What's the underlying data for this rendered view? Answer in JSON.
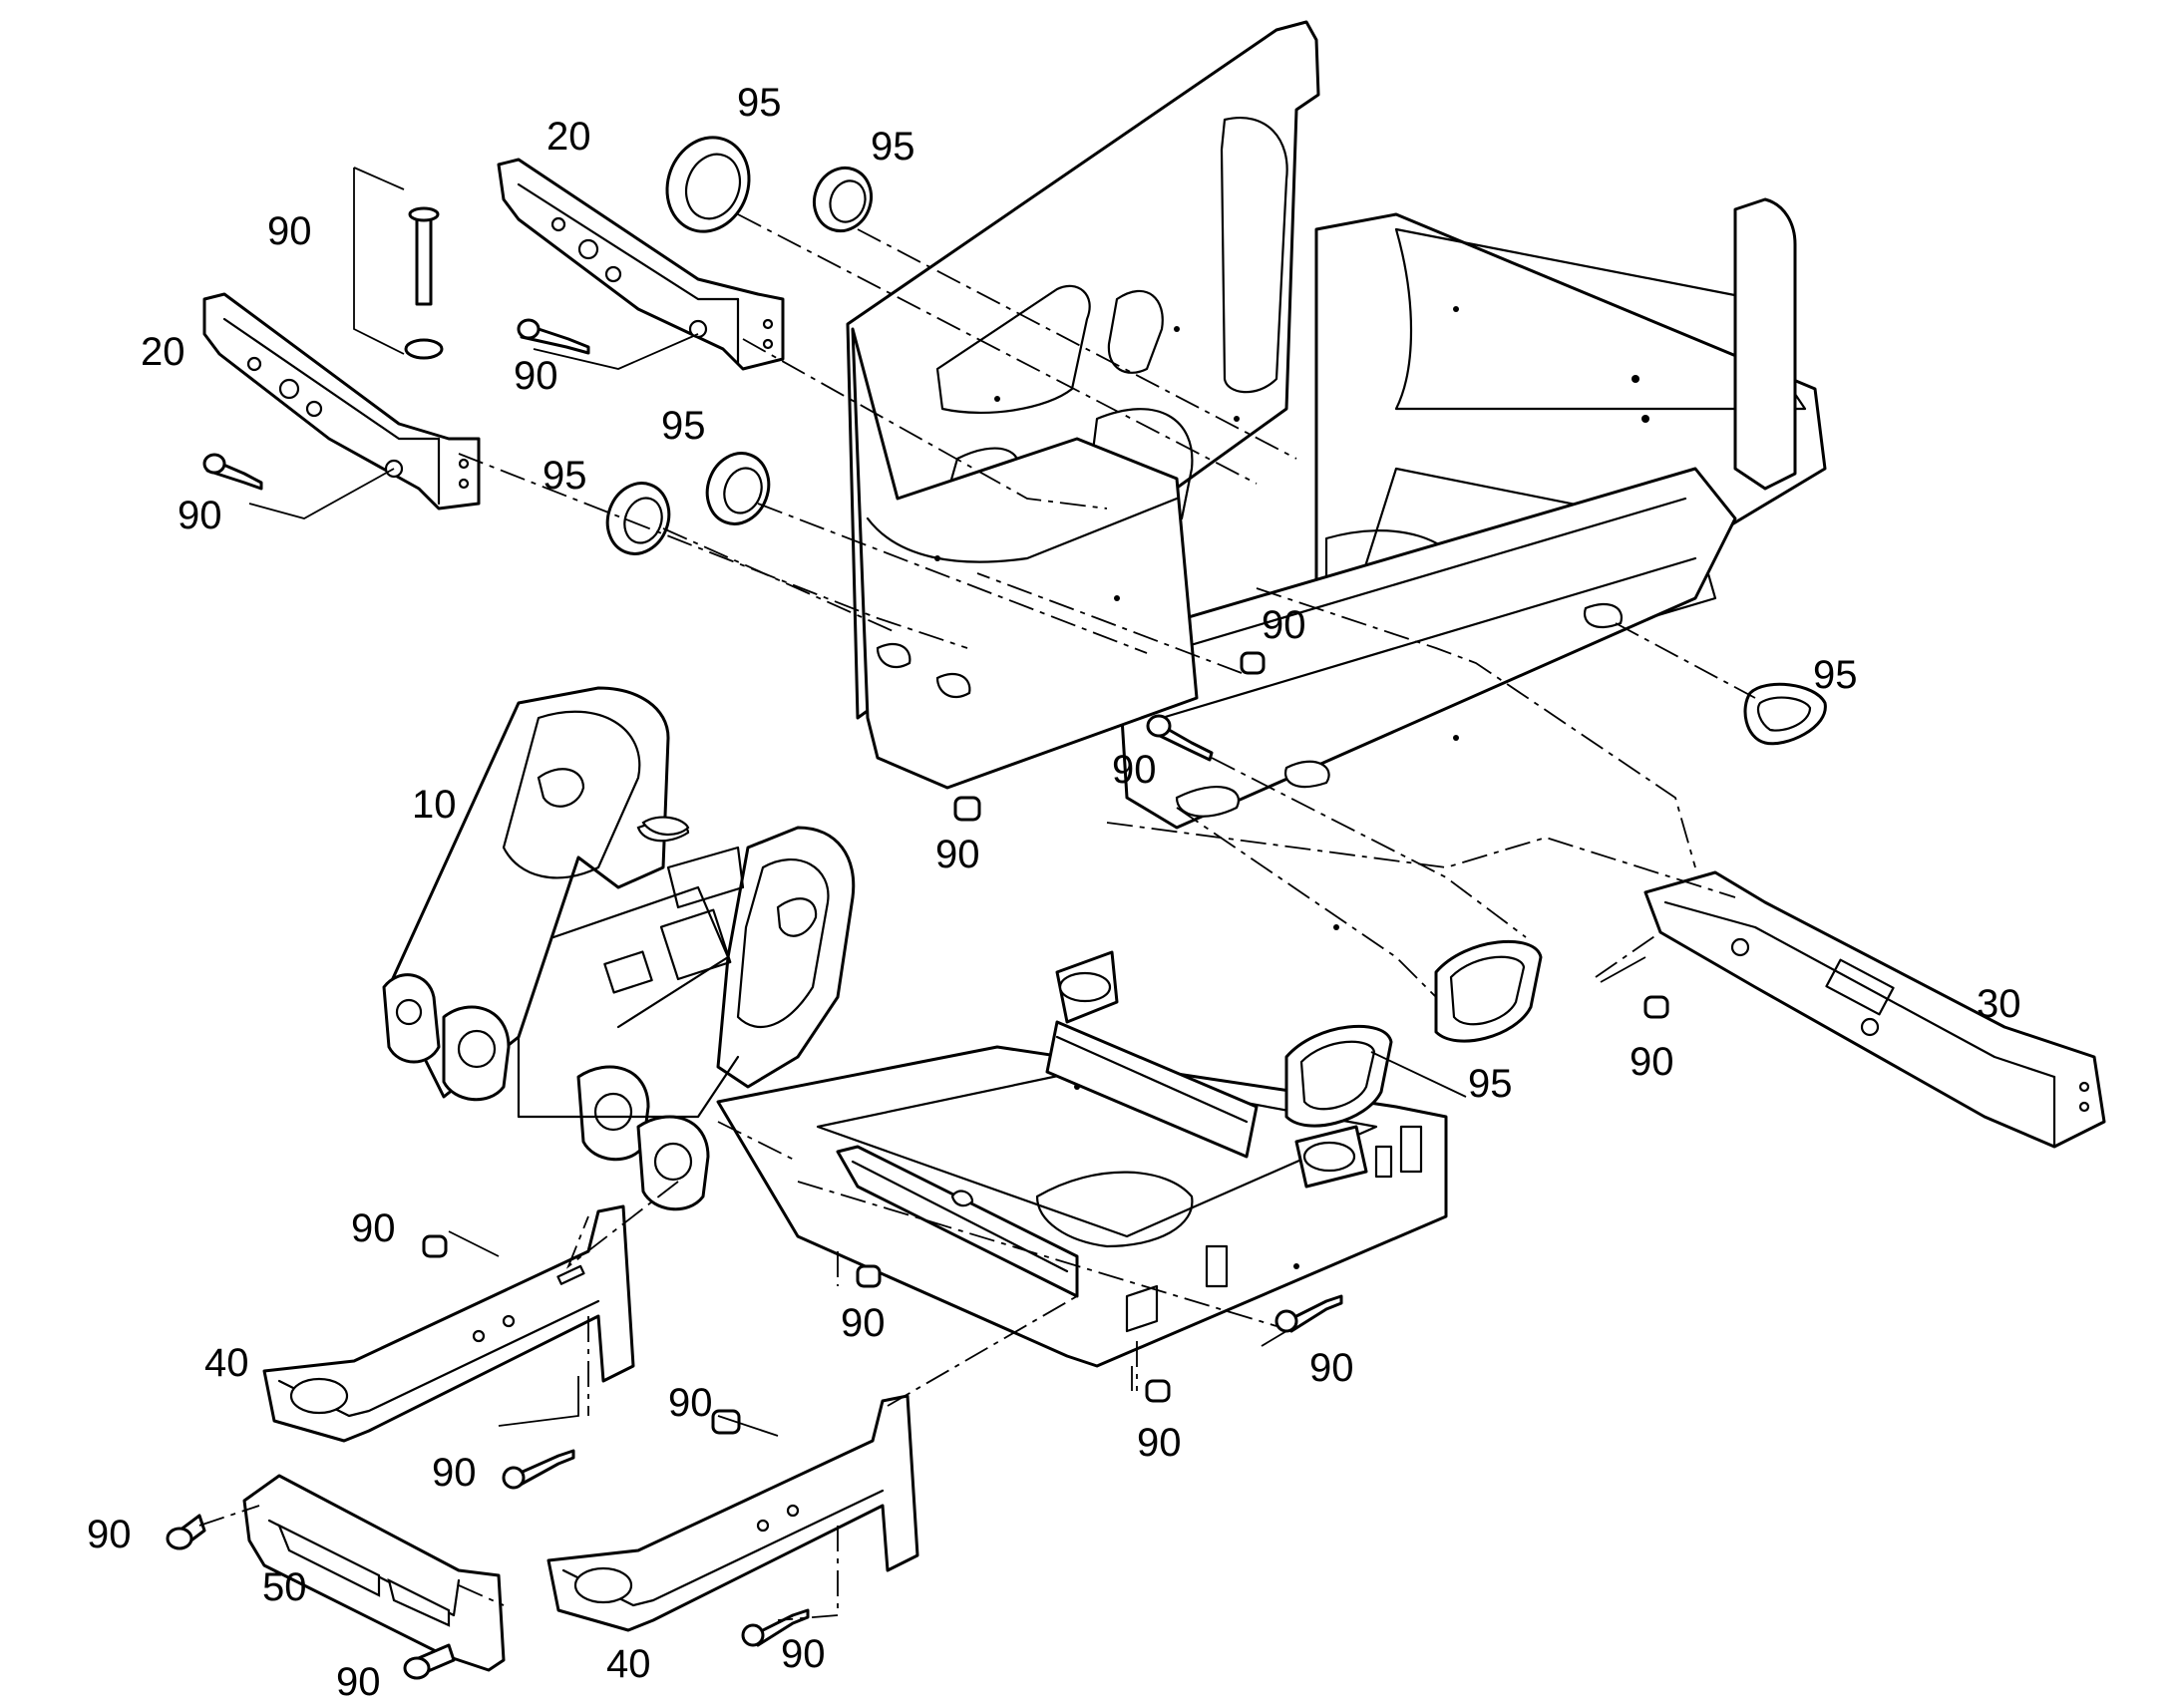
{
  "callouts": {
    "c01": "95",
    "c02": "95",
    "c03": "20",
    "c04": "90",
    "c05": "20",
    "c06": "90",
    "c07": "90",
    "c08": "95",
    "c09": "95",
    "c10": "90",
    "c11": "95",
    "c12": "90",
    "c13": "10",
    "c14": "90",
    "c15": "30",
    "c16": "90",
    "c17": "95",
    "c18": "90",
    "c19": "90",
    "c20": "40",
    "c21": "90",
    "c22": "90",
    "c23": "90",
    "c24": "90",
    "c25": "90",
    "c26": "50",
    "c27": "40",
    "c28": "90",
    "c29": "90"
  }
}
